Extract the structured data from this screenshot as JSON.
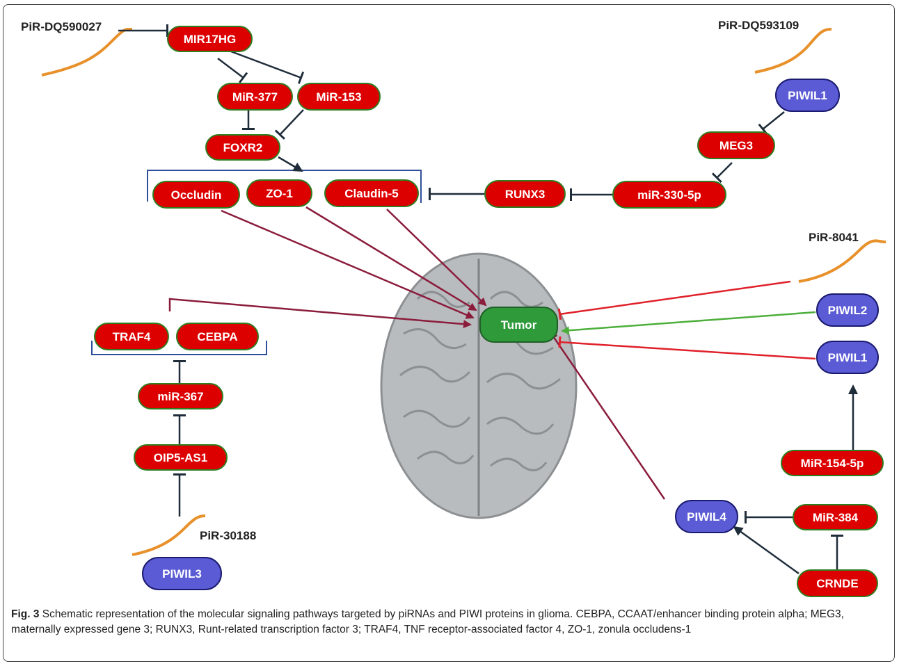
{
  "colors": {
    "red_node": "#dd0000",
    "red_border": "#2e7d1f",
    "blue_node": "#5b5bd6",
    "blue_border": "#1a1a6e",
    "tumor_node": "#2e9a3a",
    "maroon_arrow": "#8b1c3c",
    "red_arrow": "#e0202a",
    "green_arrow": "#4caf3a",
    "dark_arrow": "#1f2d3a",
    "bracket": "#2f4f9a",
    "strand": "#e8902a"
  },
  "labels": {
    "pir_dq590027": "PiR-DQ590027",
    "pir_dq593109": "PiR-DQ593109",
    "pir_8041": "PiR-8041",
    "pir_30188": "PiR-30188"
  },
  "nodes": {
    "mir17hg": "MIR17HG",
    "mir377": "MiR-377",
    "mir153": "MiR-153",
    "foxr2": "FOXR2",
    "occludin": "Occludin",
    "zo1": "ZO-1",
    "claudin5": "Claudin-5",
    "runx3": "RUNX3",
    "mir330": "miR-330-5p",
    "meg3": "MEG3",
    "piwil1_top": "PIWIL1",
    "tumor": "Tumor",
    "piwil2": "PIWIL2",
    "piwil1_right": "PIWIL1",
    "mir154": "MiR-154-5p",
    "piwil4": "PIWIL4",
    "mir384": "MiR-384",
    "crnde": "CRNDE",
    "traf4": "TRAF4",
    "cebpa": "CEBPA",
    "mir367": "miR-367",
    "oip5": "OIP5-AS1",
    "piwil3": "PIWIL3"
  },
  "caption": {
    "fig_label": "Fig. 3",
    "text": "Schematic representation of the molecular signaling pathways targeted by piRNAs and PIWI proteins in glioma. CEBPA, CCAAT/enhancer binding protein alpha; MEG3, maternally expressed gene 3; RUNX3, Runt-related transcription factor 3; TRAF4, TNF receptor-associated factor 4, ZO-1, zonula occludens-1"
  }
}
